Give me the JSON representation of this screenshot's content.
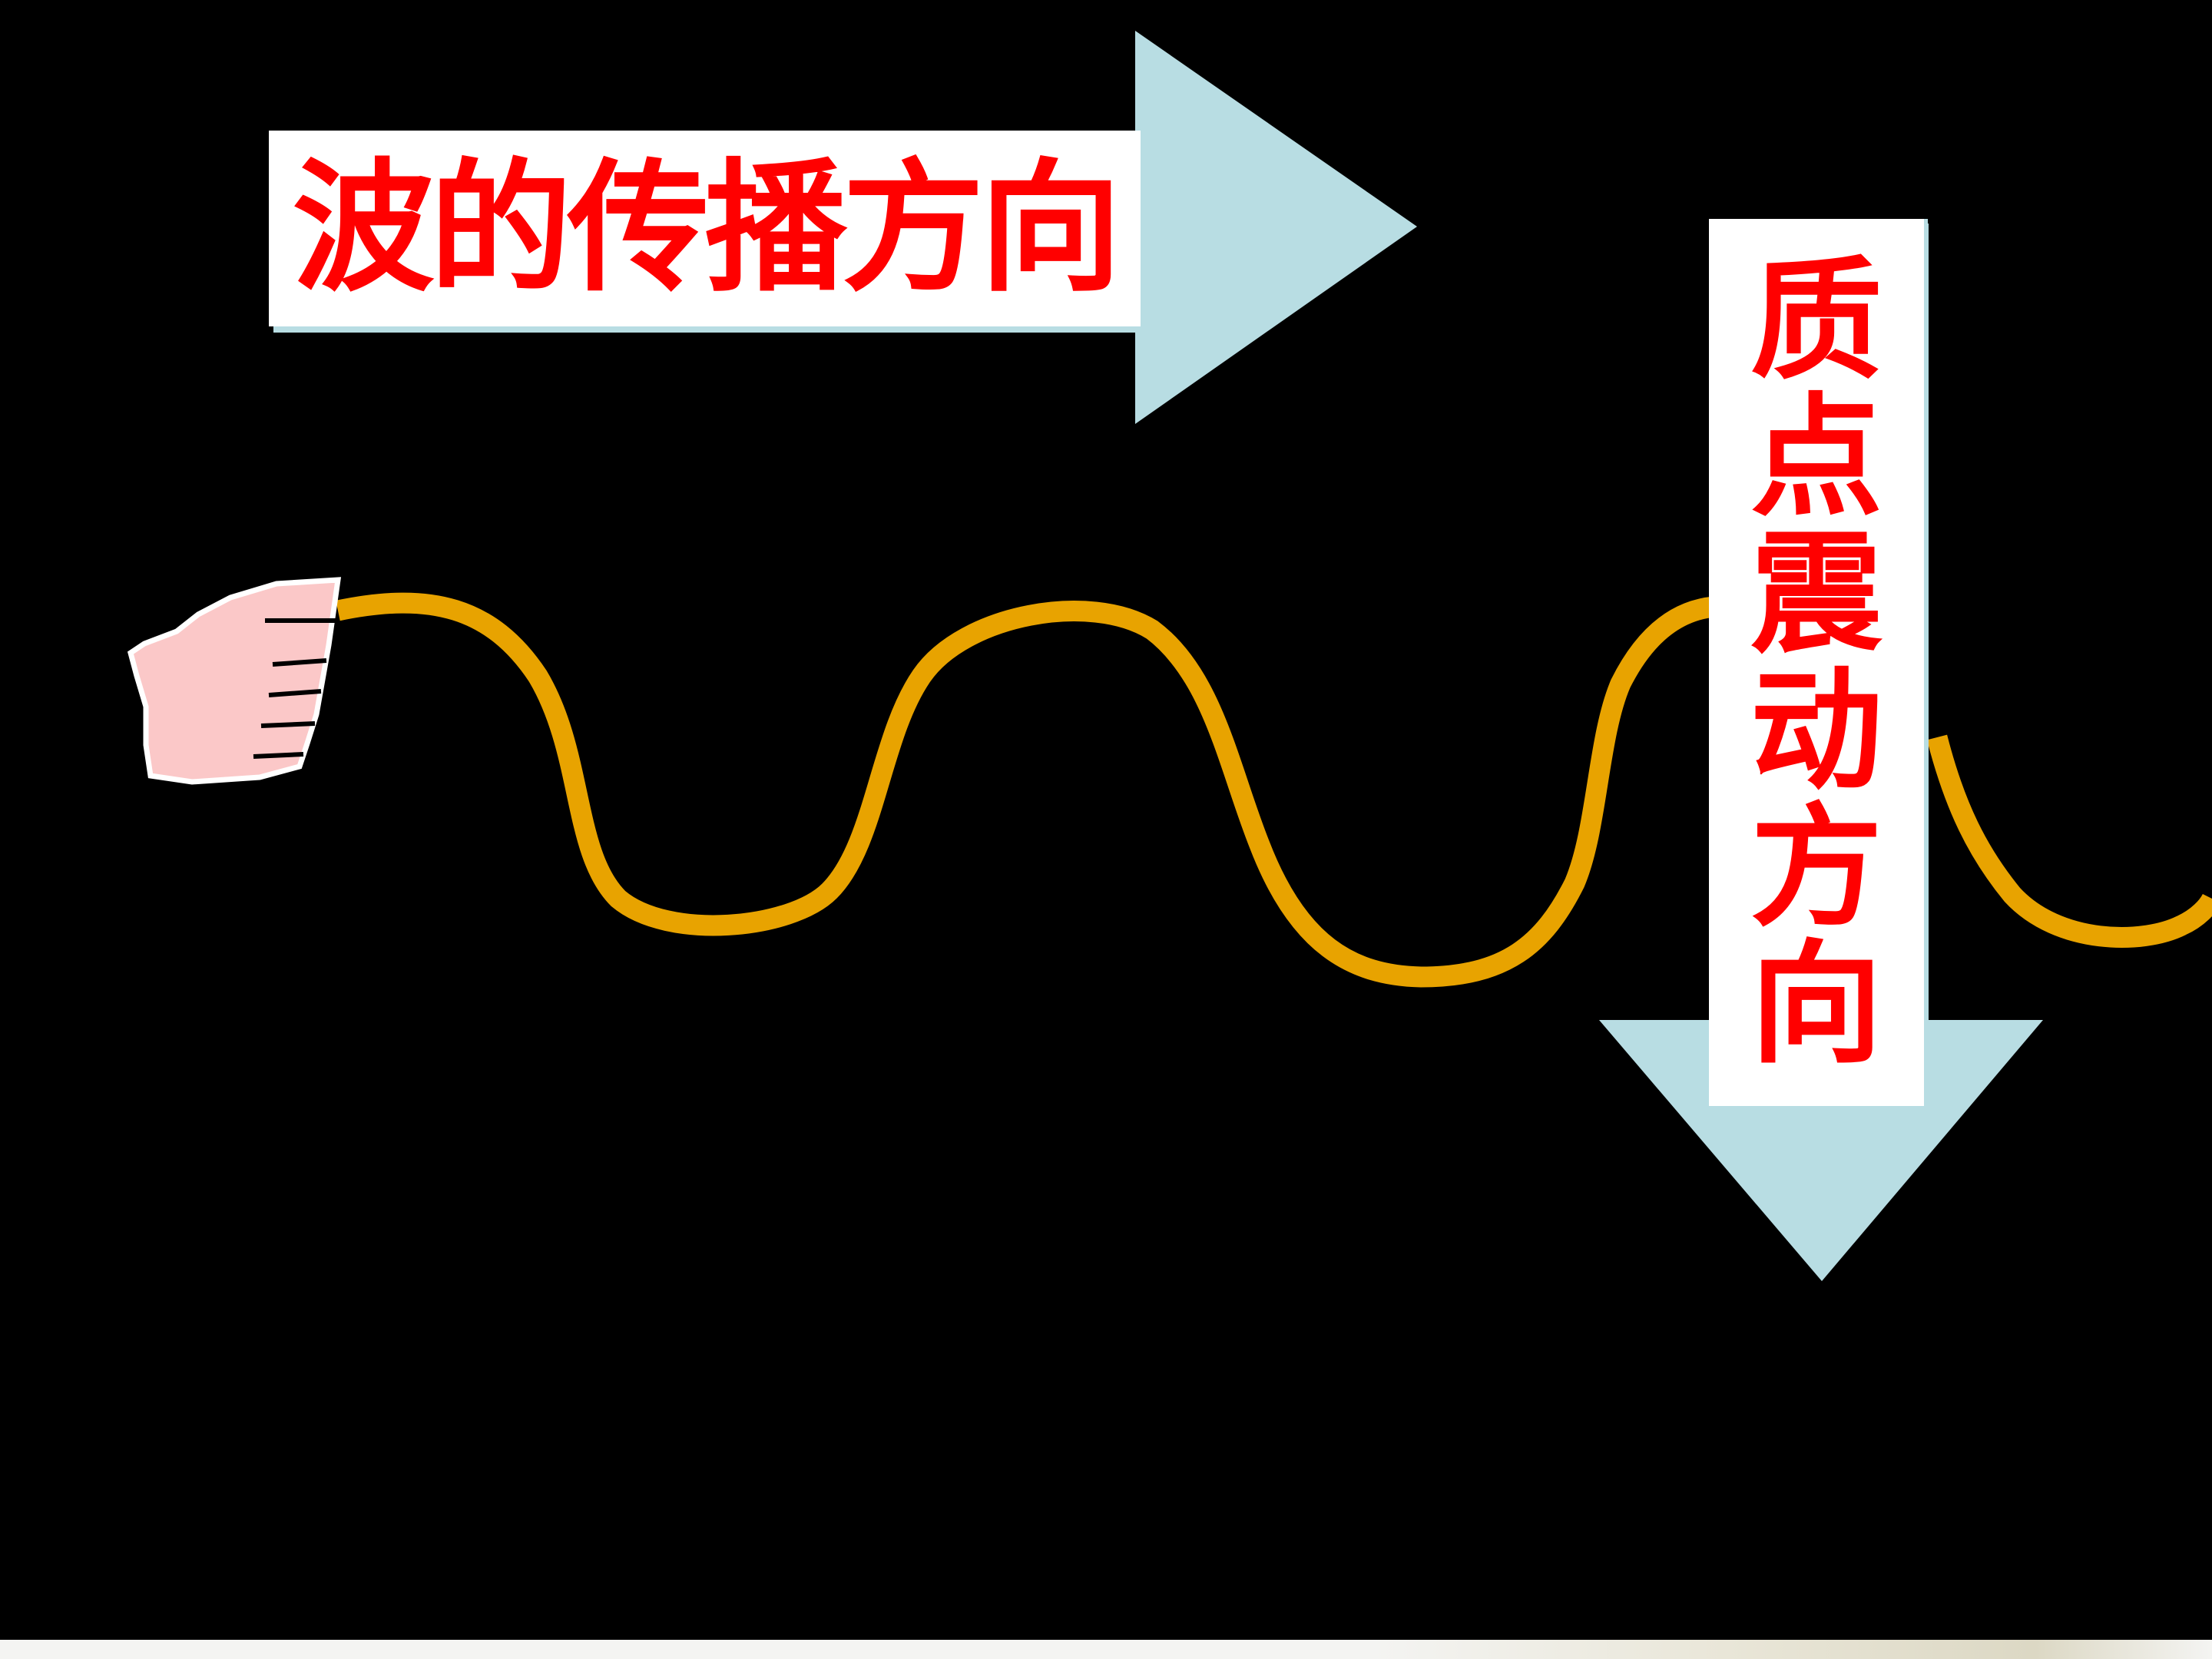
{
  "diagram": {
    "propagation_label": "波的传播方向",
    "vibration_label_chars": [
      "质",
      "点",
      "震",
      "动",
      "方",
      "向"
    ]
  },
  "colors": {
    "background": "#000000",
    "arrow_fill": "#b8dde3",
    "label_text": "#ff0000",
    "rope": "#e8a300",
    "hand": "#fbc8c8"
  },
  "icons": {
    "hand": "hand-icon",
    "rope": "rope-wave",
    "horizontal_arrow": "arrow-right-icon",
    "vertical_arrow": "arrow-down-icon"
  }
}
